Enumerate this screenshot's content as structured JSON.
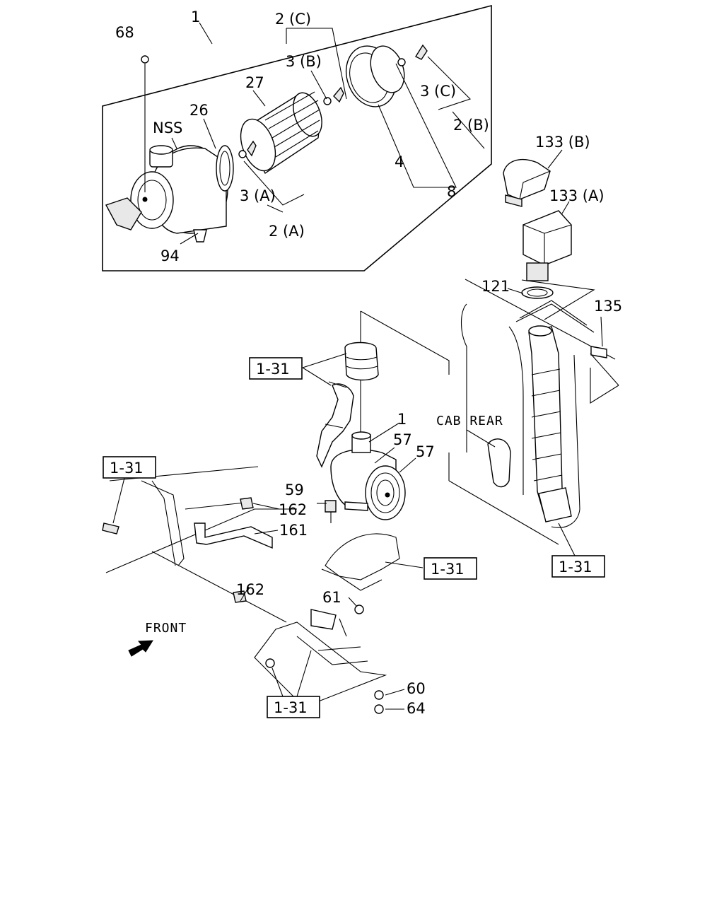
{
  "labels": {
    "l_1_top": "1",
    "l_68": "68",
    "l_2c": "2 (C)",
    "l_3b": "3 (B)",
    "l_27": "27",
    "l_26": "26",
    "l_nss": "NSS",
    "l_3c": "3 (C)",
    "l_2b": "2 (B)",
    "l_4": "4",
    "l_8": "8",
    "l_3a": "3 (A)",
    "l_2a": "2 (A)",
    "l_94": "94",
    "l_133b": "133 (B)",
    "l_133a": "133 (A)",
    "l_121": "121",
    "l_135": "135",
    "l_1_mid": "1",
    "l_57a": "57",
    "l_57b": "57",
    "l_cab_rear": "CAB  REAR",
    "l_59": "59",
    "l_162a": "162",
    "l_161": "161",
    "l_162b": "162",
    "l_61": "61",
    "l_front": "FRONT",
    "l_60": "60",
    "l_64": "64"
  },
  "ref_boxes": {
    "r1": "1-31",
    "r2": "1-31",
    "r3": "1-31",
    "r4": "1-31",
    "r5": "1-31"
  }
}
